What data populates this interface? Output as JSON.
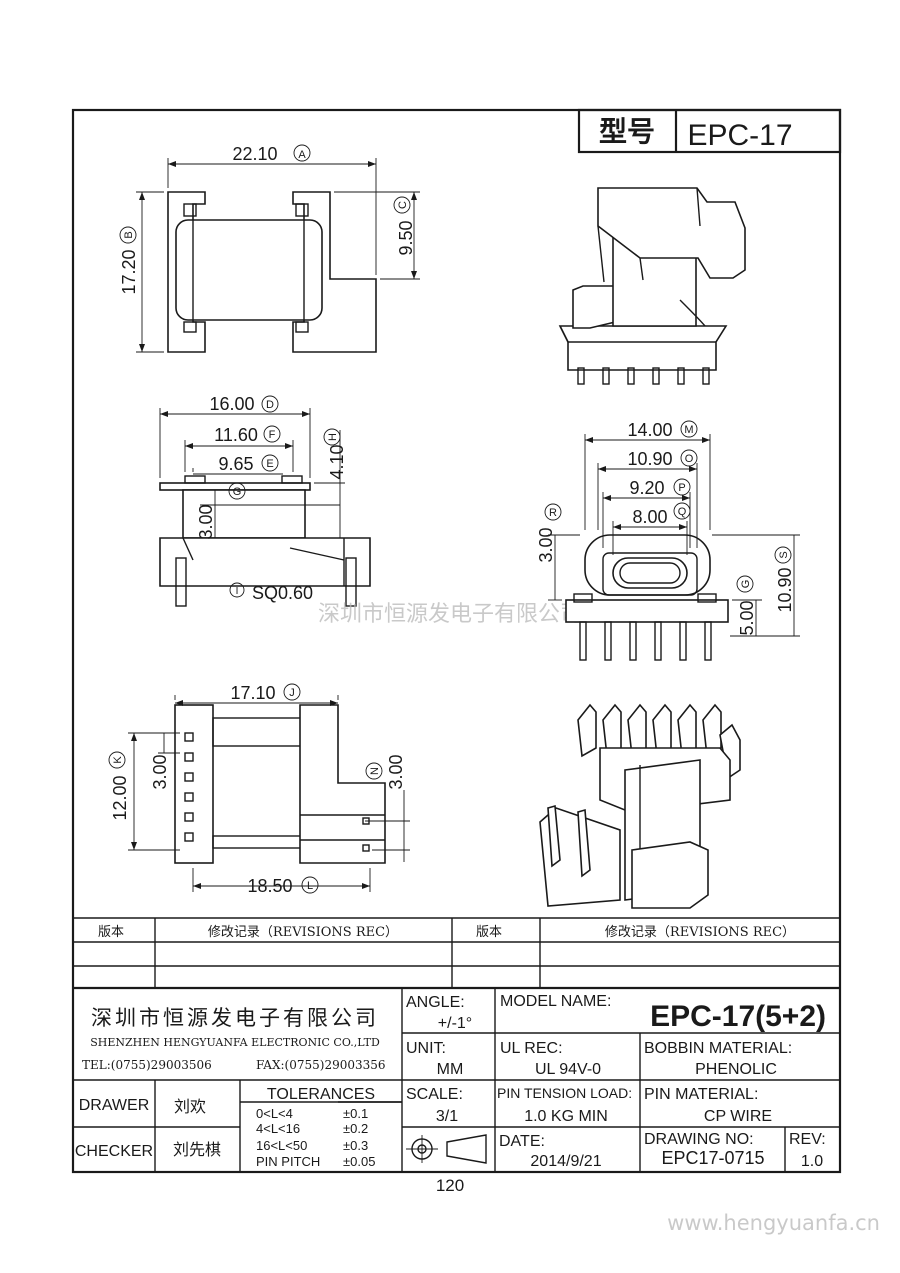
{
  "title_box": {
    "label": "型号",
    "model": "EPC-17"
  },
  "dimensions": {
    "front": {
      "width": "22.10",
      "width_ref": "A",
      "height": "17.20",
      "height_ref": "B",
      "step": "9.50",
      "step_ref": "C"
    },
    "side": {
      "d": "16.00",
      "d_ref": "D",
      "f": "11.60",
      "f_ref": "F",
      "e": "9.65",
      "e_ref": "E",
      "h": "4.10",
      "h_ref": "H",
      "g_ref": "G",
      "g_val": "3.00",
      "pin_ref": "I",
      "pin": "SQ0.60"
    },
    "end": {
      "m": "14.00",
      "m_ref": "M",
      "o": "10.90",
      "o_ref": "O",
      "p": "9.20",
      "p_ref": "P",
      "q": "8.00",
      "q_ref": "Q",
      "r": "3.00",
      "r_ref": "R",
      "s": "10.90",
      "s_ref": "S",
      "g": "5.00",
      "g_ref": "G"
    },
    "bottom": {
      "j": "17.10",
      "j_ref": "J",
      "k": "12.00",
      "k_ref": "K",
      "k_inner": "3.00",
      "n": "3.00",
      "n_ref": "N",
      "l": "18.50",
      "l_ref": "L"
    }
  },
  "watermark_center": "深圳市恒源发电子有限公司",
  "revisions": {
    "col1": "版本",
    "col2": "修改记录（REVISIONS REC）",
    "col3": "版本",
    "col4": "修改记录（REVISIONS REC）"
  },
  "company": {
    "name_cn": "深圳市恒源发电子有限公司",
    "name_en": "SHENZHEN HENGYUANFA ELECTRONIC CO.,LTD",
    "tel": "TEL:(0755)29003506",
    "fax": "FAX:(0755)29003356"
  },
  "title_block": {
    "angle_label": "ANGLE:",
    "angle_value": "+/-1°",
    "model_label": "MODEL NAME:",
    "model_value": "EPC-17(5+2)",
    "unit_label": "UNIT:",
    "unit_value": "MM",
    "ul_label": "UL REC:",
    "ul_value": "UL 94V-0",
    "bobbin_label": "BOBBIN MATERIAL:",
    "bobbin_value": "PHENOLIC",
    "drawer_label": "DRAWER",
    "drawer_value": "刘欢",
    "checker_label": "CHECKER",
    "checker_value": "刘先棋",
    "tol_label": "TOLERANCES",
    "tol_rows": [
      {
        "range": "0<L<4",
        "tol": "±0.1"
      },
      {
        "range": "4<L<16",
        "tol": "±0.2"
      },
      {
        "range": "16<L<50",
        "tol": "±0.3"
      },
      {
        "range": "PIN PITCH",
        "tol": "±0.05"
      }
    ],
    "scale_label": "SCALE:",
    "scale_value": "3/1",
    "pin_tension_label": "PIN TENSION LOAD:",
    "pin_tension_value": "1.0 KG MIN",
    "pin_material_label": "PIN MATERIAL:",
    "pin_material_value": "CP WIRE",
    "date_label": "DATE:",
    "date_value": "2014/9/21",
    "drawing_no_label": "DRAWING NO:",
    "drawing_no_value": "EPC17-0715",
    "rev_label": "REV:",
    "rev_value": "1.0"
  },
  "page_number": "120",
  "website": "www.hengyuanfa.cn"
}
